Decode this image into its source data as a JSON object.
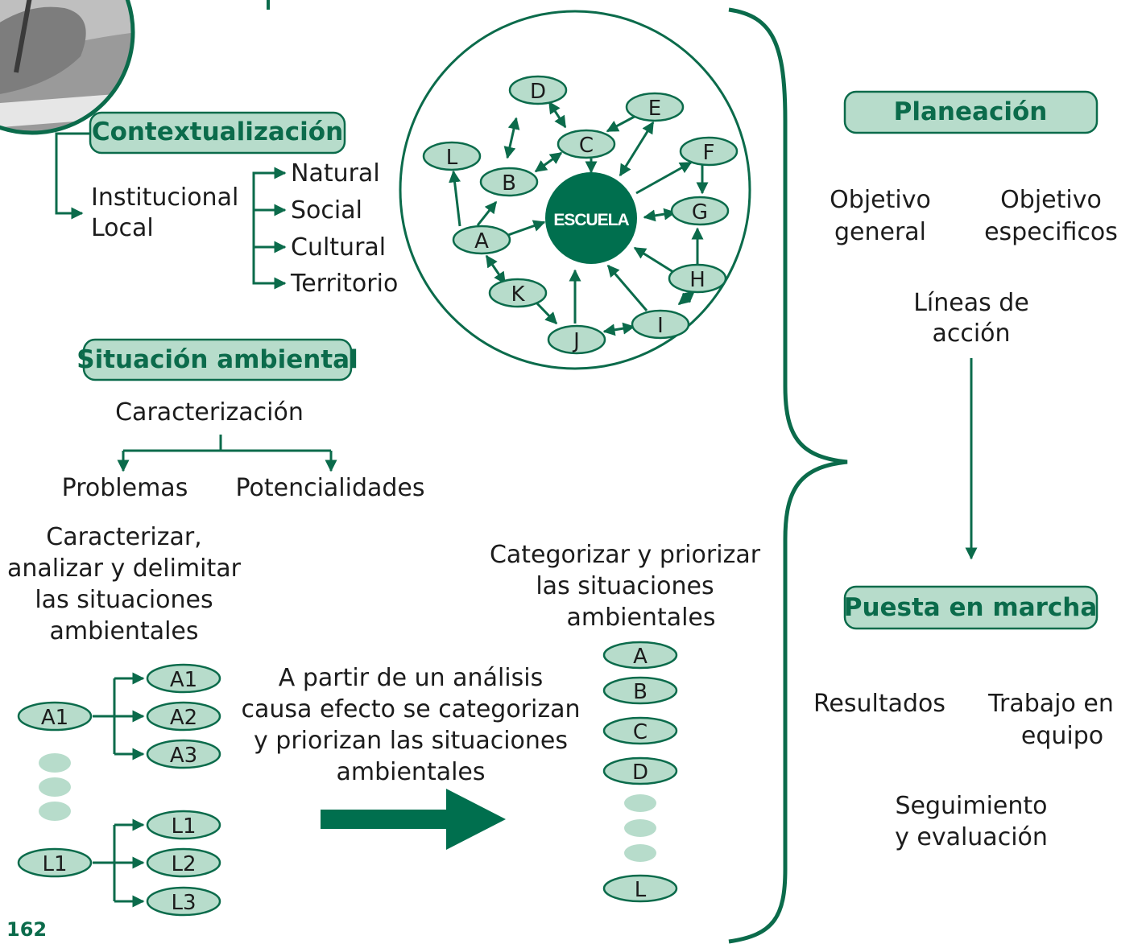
{
  "page_number": "162",
  "colors": {
    "accent": "#0b6b4b",
    "node_fill": "#b7dccb"
  },
  "contextualizacion": {
    "title": "Contextualización",
    "scope_lines": [
      "Institucional",
      "Local"
    ],
    "categories": [
      "Natural",
      "Social",
      "Cultural",
      "Territorio"
    ]
  },
  "network": {
    "center": "ESCUELA",
    "nodes": [
      "A",
      "B",
      "C",
      "D",
      "E",
      "F",
      "G",
      "H",
      "I",
      "J",
      "K",
      "L"
    ]
  },
  "situacion": {
    "title": "Situación ambiental",
    "caracterizacion": "Caracterización",
    "branches": [
      "Problemas",
      "Potencialidades"
    ],
    "instruction_lines": [
      "Caracterizar,",
      "analizar y delimitar",
      "las situaciones",
      "ambientales"
    ],
    "group_a": {
      "root": "A1",
      "children": [
        "A1",
        "A2",
        "A3"
      ]
    },
    "group_l": {
      "root": "L1",
      "children": [
        "L1",
        "L2",
        "L3"
      ]
    }
  },
  "middle": {
    "text_lines": [
      "A partir de un análisis",
      "causa efecto se categorizan",
      "y priorizan las situaciones",
      "ambientales"
    ]
  },
  "categorizar": {
    "title_lines": [
      "Categorizar y priorizar",
      "las situaciones",
      "ambientales"
    ],
    "items_top": [
      "A",
      "B",
      "C",
      "D"
    ],
    "item_last": "L"
  },
  "planeacion": {
    "title": "Planeación",
    "objetivo_general": [
      "Objetivo",
      "general"
    ],
    "objetivo_especificos": [
      "Objetivo",
      "especificos"
    ],
    "lineas": [
      "Líneas de",
      "acción"
    ]
  },
  "puesta": {
    "title": "Puesta en marcha",
    "resultados": "Resultados",
    "trabajo": [
      "Trabajo en",
      "equipo"
    ],
    "seguimiento": [
      "Seguimiento",
      "y evaluación"
    ]
  }
}
